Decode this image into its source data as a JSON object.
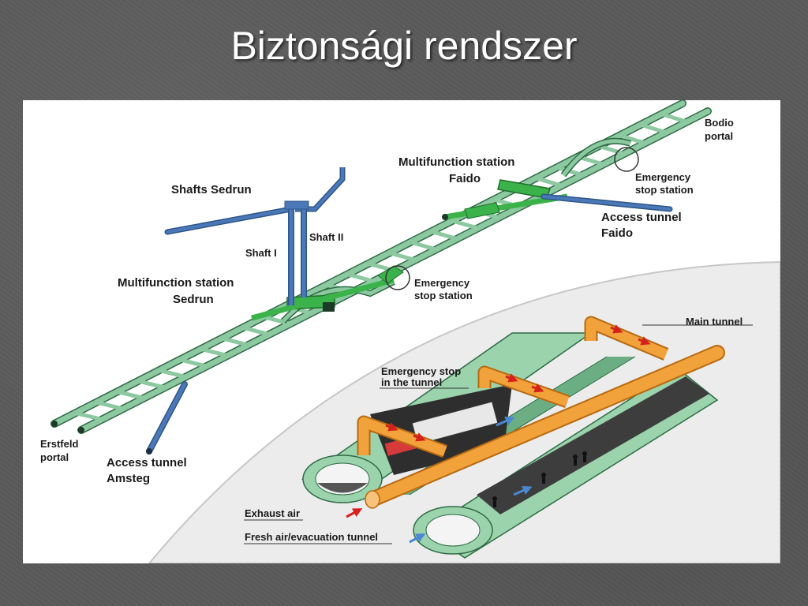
{
  "slide": {
    "title": "Biztonsági rendszer"
  },
  "diagram": {
    "labels": {
      "bodio_l1": "Bodio",
      "bodio_l2": "portal",
      "mfs_faido_l1": "Multifunction station",
      "mfs_faido_l2": "Faido",
      "esf_l1": "Emergency",
      "esf_l2": "stop station",
      "atf_l1": "Access tunnel",
      "atf_l2": "Faido",
      "shafts_sedrun": "Shafts Sedrun",
      "shaft_2": "Shaft II",
      "shaft_1": "Shaft I",
      "mfs_sedrun_l1": "Multifunction station",
      "mfs_sedrun_l2": "Sedrun",
      "ess_l1": "Emergency",
      "ess_l2": "stop station",
      "erstfeld_l1": "Erstfeld",
      "erstfeld_l2": "portal",
      "ata_l1": "Access tunnel",
      "ata_l2": "Amsteg",
      "main_tunnel": "Main tunnel",
      "est_l1": "Emergency stop",
      "est_l2": "in the tunnel",
      "exhaust_air": "Exhaust air",
      "fresh_air": "Fresh air/evacuation tunnel"
    },
    "colors": {
      "tunnel_green": "#8cc9a0",
      "tunnel_outline": "#2e6b45",
      "station_green": "#3cb34a",
      "shaft_blue": "#4a78b8",
      "duct_orange": "#f2a23a",
      "arrow_red": "#d6201c",
      "arrow_blue": "#4a88d0",
      "inset_bg": "#ececec"
    }
  }
}
